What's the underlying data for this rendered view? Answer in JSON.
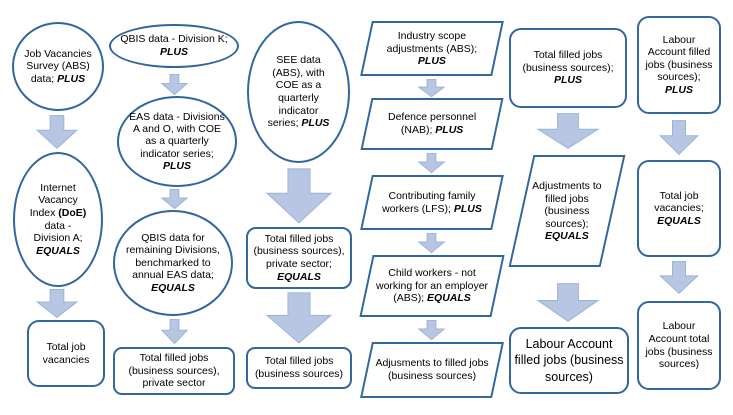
{
  "title": "Labour Account filled jobs and total jobs derivation flowchart",
  "theme": {
    "shape_border": "#31669e",
    "arrow_fill": "#b6c6e3",
    "arrow_stroke": "#9cb3d8",
    "text_color": "#000000"
  },
  "columns": [
    {
      "id": "job-vacancies-chain",
      "nodes": [
        {
          "shape": "ellipse",
          "text": "Job Vacancies Survey (ABS) data; ",
          "op": "PLUS"
        },
        {
          "shape": "ellipse",
          "pre": "Internet Vacancy Index ",
          "bold": "(DoE)",
          "post": " data - Division A; ",
          "op": "EQUALS"
        },
        {
          "shape": "rounded-rect",
          "text": "Total job vacancies",
          "op": ""
        }
      ]
    },
    {
      "id": "qbis-eas-chain",
      "nodes": [
        {
          "shape": "ellipse",
          "text": "QBIS data - Division K; ",
          "op": "PLUS"
        },
        {
          "shape": "ellipse",
          "text": "EAS data - Divisions A and O, with COE as a quarterly indicator series; ",
          "op": "PLUS"
        },
        {
          "shape": "ellipse",
          "text": "QBIS data for remaining Divisions, benchmarked to annual EAS data; ",
          "op": "EQUALS"
        },
        {
          "shape": "rounded-rect",
          "text": "Total filled jobs (business sources), private sector",
          "op": ""
        }
      ]
    },
    {
      "id": "see-chain",
      "nodes": [
        {
          "shape": "ellipse",
          "text": "SEE data (ABS), with COE as a quarterly indicator series; ",
          "op": "PLUS"
        },
        {
          "shape": "rounded-rect",
          "text": "Total filled jobs (business sources), private sector; ",
          "op": "EQUALS"
        },
        {
          "shape": "rounded-rect",
          "text": "Total filled jobs (business sources)",
          "op": ""
        }
      ]
    },
    {
      "id": "adjustments-chain",
      "nodes": [
        {
          "shape": "parallelogram",
          "text": "Industry scope adjustments (ABS); ",
          "op": "PLUS"
        },
        {
          "shape": "parallelogram",
          "text": "Defence personnel (NAB); ",
          "op": "PLUS"
        },
        {
          "shape": "parallelogram",
          "text": "Contributing family workers (LFS); ",
          "op": "PLUS"
        },
        {
          "shape": "parallelogram",
          "text": "Child workers - not working for an employer (ABS); ",
          "op": "EQUALS"
        },
        {
          "shape": "parallelogram",
          "text": "Adjusments to filled jobs (business sources)",
          "op": ""
        }
      ]
    },
    {
      "id": "filled-jobs-chain",
      "nodes": [
        {
          "shape": "rounded-rect",
          "text": "Total filled jobs (business sources); ",
          "op": "PLUS"
        },
        {
          "shape": "parallelogram",
          "text": "Adjustments to filled jobs (business sources); ",
          "op": "EQUALS"
        },
        {
          "shape": "rounded-rect",
          "text": "Labour Account filled jobs (business sources)",
          "op": ""
        }
      ]
    },
    {
      "id": "total-jobs-chain",
      "nodes": [
        {
          "shape": "rounded-rect",
          "text": "Labour Account filled jobs (business sources); ",
          "op": "PLUS"
        },
        {
          "shape": "rounded-rect",
          "text": "Total job vacancies; ",
          "op": "EQUALS"
        },
        {
          "shape": "rounded-rect",
          "text": "Labour Account total jobs (business sources)",
          "op": ""
        }
      ]
    }
  ]
}
